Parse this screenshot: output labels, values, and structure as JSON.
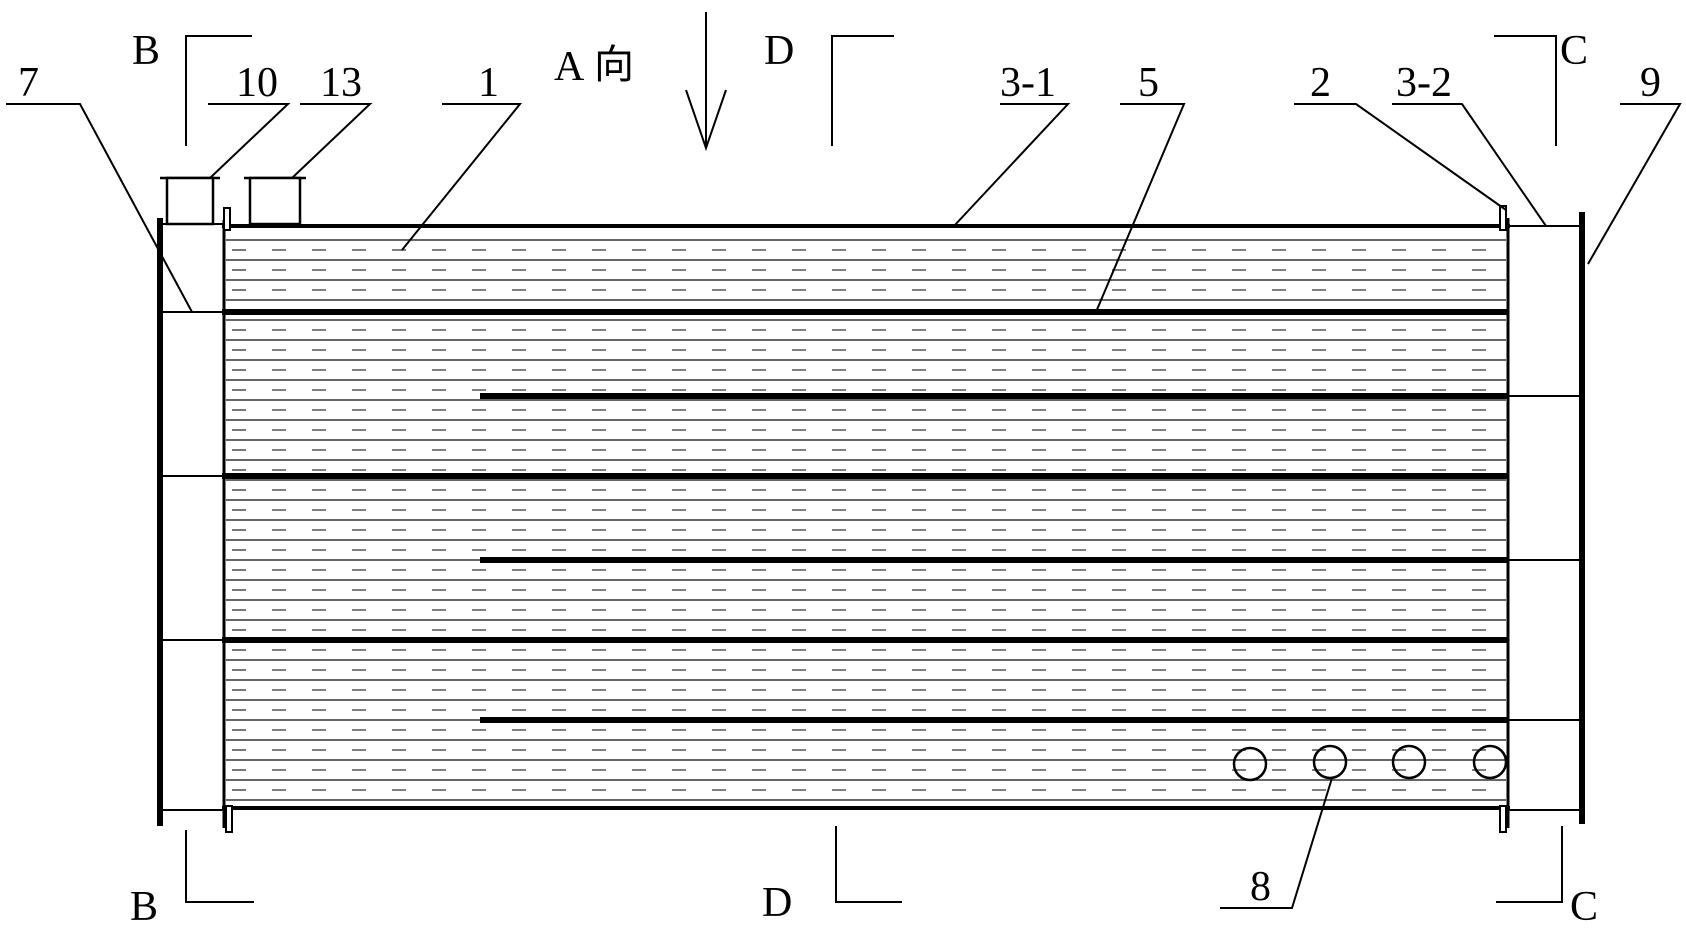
{
  "section_marks": {
    "B_top": "B",
    "B_bottom": "B",
    "C_top": "C",
    "C_bottom": "C",
    "D_top": "D",
    "D_bottom": "D"
  },
  "view_label": {
    "letter": "A",
    "suffix": "向"
  },
  "callouts": {
    "c7": "7",
    "c10": "10",
    "c13": "13",
    "c1": "1",
    "c3_1": "3-1",
    "c5": "5",
    "c2": "2",
    "c3_2": "3-2",
    "c9": "9",
    "c8": "8"
  }
}
